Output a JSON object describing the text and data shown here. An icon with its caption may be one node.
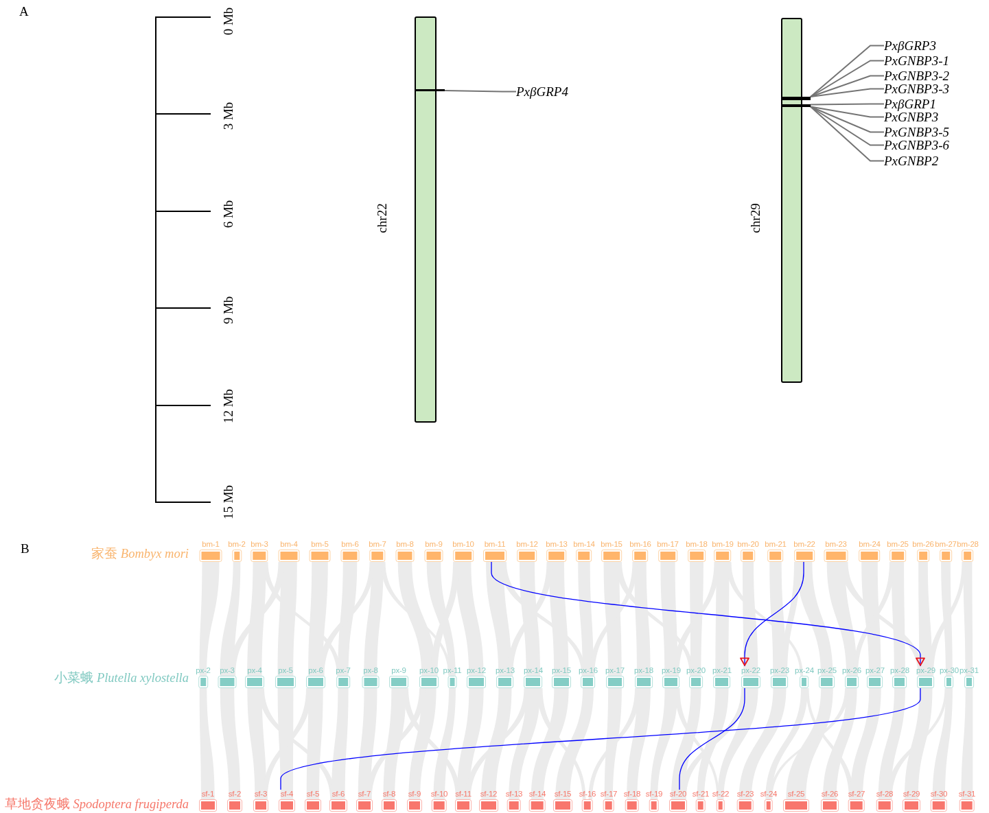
{
  "diagram": {
    "nodes": [
      {
        "text": [
          "chr22"
        ]
      },
      {
        "text": [],
        "shape": "bar"
      },
      {
        "text": [
          "PxβGRP4"
        ]
      },
      {
        "text": [
          "chr29"
        ]
      },
      {
        "text": [],
        "shape": "bar"
      },
      {
        "text": [],
        "shape": "bar"
      },
      {
        "text": [
          "PxβGRP3"
        ]
      },
      {
        "text": [
          "PxGNBP3-1"
        ]
      },
      {
        "text": [
          "PxGNBP3-2"
        ]
      },
      {
        "text": [
          "PxGNBP3-3"
        ]
      },
      {
        "text": [
          "PxβGRP1"
        ]
      },
      {
        "text": [
          "PxGNBP3"
        ]
      },
      {
        "text": [
          "PxGNBP3-5"
        ]
      },
      {
        "text": [
          "PxGNBP3-6"
        ]
      },
      {
        "text": [
          "PxGNBP2"
        ]
      },
      {
        "text": [
          "bm-1"
        ]
      },
      {
        "text": [
          "bm-2"
        ]
      },
      {
        "text": [
          "bm-3"
        ]
      },
      {
        "text": [
          "bm-4"
        ]
      },
      {
        "text": [
          "bm-5"
        ]
      },
      {
        "text": [
          "bm-6"
        ]
      },
      {
        "text": [
          "bm-7"
        ]
      },
      {
        "text": [
          "bm-8"
        ]
      },
      {
        "text": [
          "bm-9"
        ]
      },
      {
        "text": [
          "bm-10"
        ]
      },
      {
        "text": [
          "bm-11"
        ]
      },
      {
        "text": [
          "bm-12"
        ]
      },
      {
        "text": [
          "bm-13"
        ]
      },
      {
        "text": [
          "bm-14"
        ]
      },
      {
        "text": [
          "bm-15"
        ]
      },
      {
        "text": [
          "bm-16"
        ]
      },
      {
        "text": [
          "bm-17"
        ]
      },
      {
        "text": [
          "bm-18"
        ]
      },
      {
        "text": [
          "bm-19"
        ]
      },
      {
        "text": [
          "bm-20"
        ]
      },
      {
        "text": [
          "bm-21"
        ]
      },
      {
        "text": [
          "bm-22"
        ]
      },
      {
        "text": [
          "bm-23"
        ]
      },
      {
        "text": [
          "bm-24"
        ]
      },
      {
        "text": [
          "bm-25"
        ]
      },
      {
        "text": [
          "bm-26"
        ]
      },
      {
        "text": [
          "bm-27"
        ]
      },
      {
        "text": [
          "bm-28"
        ]
      },
      {
        "text": [
          "px-2"
        ]
      },
      {
        "text": [
          "px-3"
        ]
      },
      {
        "text": [
          "px-4"
        ]
      },
      {
        "text": [
          "px-5"
        ]
      },
      {
        "text": [
          "px-6"
        ]
      },
      {
        "text": [
          "px-7"
        ]
      },
      {
        "text": [
          "px-8"
        ]
      },
      {
        "text": [
          "px-9"
        ]
      },
      {
        "text": [
          "px-10"
        ]
      },
      {
        "text": [
          "px-11"
        ]
      },
      {
        "text": [
          "px-12"
        ]
      },
      {
        "text": [
          "px-13"
        ]
      },
      {
        "text": [
          "px-14"
        ]
      },
      {
        "text": [
          "px-15"
        ]
      },
      {
        "text": [
          "px-16"
        ]
      },
      {
        "text": [
          "px-17"
        ]
      },
      {
        "text": [
          "px-18"
        ]
      },
      {
        "text": [
          "px-19"
        ]
      },
      {
        "text": [
          "px-20"
        ]
      },
      {
        "text": [
          "px-21"
        ]
      },
      {
        "text": [
          "px-22"
        ]
      },
      {
        "text": [
          "px-23"
        ]
      },
      {
        "text": [
          "px-24"
        ]
      },
      {
        "text": [
          "px-25"
        ]
      },
      {
        "text": [
          "px-26"
        ]
      },
      {
        "text": [
          "px-27"
        ]
      },
      {
        "text": [
          "px-28"
        ]
      },
      {
        "text": [
          "px-29"
        ]
      },
      {
        "text": [
          "px-30"
        ]
      },
      {
        "text": [
          "px-31"
        ]
      },
      {
        "text": [
          "sf-1"
        ]
      },
      {
        "text": [
          "sf-2"
        ]
      },
      {
        "text": [
          "sf-3"
        ]
      },
      {
        "text": [
          "sf-4"
        ]
      },
      {
        "text": [
          "sf-5"
        ]
      },
      {
        "text": [
          "sf-6"
        ]
      },
      {
        "text": [
          "sf-7"
        ]
      },
      {
        "text": [
          "sf-8"
        ]
      },
      {
        "text": [
          "sf-9"
        ]
      },
      {
        "text": [
          "sf-10"
        ]
      },
      {
        "text": [
          "sf-11"
        ]
      },
      {
        "text": [
          "sf-12"
        ]
      },
      {
        "text": [
          "sf-13"
        ]
      },
      {
        "text": [
          "sf-14"
        ]
      },
      {
        "text": [
          "sf-15"
        ]
      },
      {
        "text": [
          "sf-16"
        ]
      },
      {
        "text": [
          "sf-17"
        ]
      },
      {
        "text": [
          "sf-18"
        ]
      },
      {
        "text": [
          "sf-19"
        ]
      },
      {
        "text": [
          "sf-20"
        ]
      },
      {
        "text": [
          "sf-21"
        ]
      },
      {
        "text": [
          "sf-22"
        ]
      },
      {
        "text": [
          "sf-23"
        ]
      },
      {
        "text": [
          "sf-24"
        ]
      },
      {
        "text": [
          "sf-25"
        ]
      },
      {
        "text": [
          "sf-26"
        ]
      },
      {
        "text": [
          "sf-27"
        ]
      },
      {
        "text": [
          "sf-28"
        ]
      },
      {
        "text": [
          "sf-29"
        ]
      },
      {
        "text": [
          "sf-30"
        ]
      },
      {
        "text": [
          "sf-31"
        ]
      }
    ],
    "edges": [
      {
        "from": 2,
        "to": 1,
        "arrow": "none"
      },
      {
        "from": 6,
        "to": 4,
        "arrow": "none"
      },
      {
        "from": 7,
        "to": 4,
        "arrow": "none"
      },
      {
        "from": 8,
        "to": 4,
        "arrow": "none"
      },
      {
        "from": 9,
        "to": 4,
        "arrow": "none"
      },
      {
        "from": 10,
        "to": 5,
        "arrow": "none"
      },
      {
        "from": 11,
        "to": 5,
        "arrow": "none"
      },
      {
        "from": 12,
        "to": 5,
        "arrow": "none"
      },
      {
        "from": 13,
        "to": 5,
        "arrow": "none"
      },
      {
        "from": 14,
        "to": 5,
        "arrow": "none"
      },
      {
        "from": 25,
        "to": 70,
        "arrow": "to",
        "color": "#0000ff"
      },
      {
        "from": 70,
        "to": 76,
        "arrow": "none",
        "color": "#0000ff"
      },
      {
        "from": 36,
        "to": 63,
        "arrow": "to",
        "color": "#0000ff"
      },
      {
        "from": 63,
        "to": 92,
        "arrow": "none",
        "color": "#0000ff"
      }
    ],
    "labels": [
      "A",
      "0 Mb",
      "3 Mb",
      "6 Mb",
      "9 Mb",
      "12 Mb",
      "15 Mb",
      "B",
      "家蚕 *Bombyx mori*",
      "小菜蛾 *Plutella xylostella*",
      "草地贪夜蛾 *Spodoptera frugiperda*"
    ]
  }
}
